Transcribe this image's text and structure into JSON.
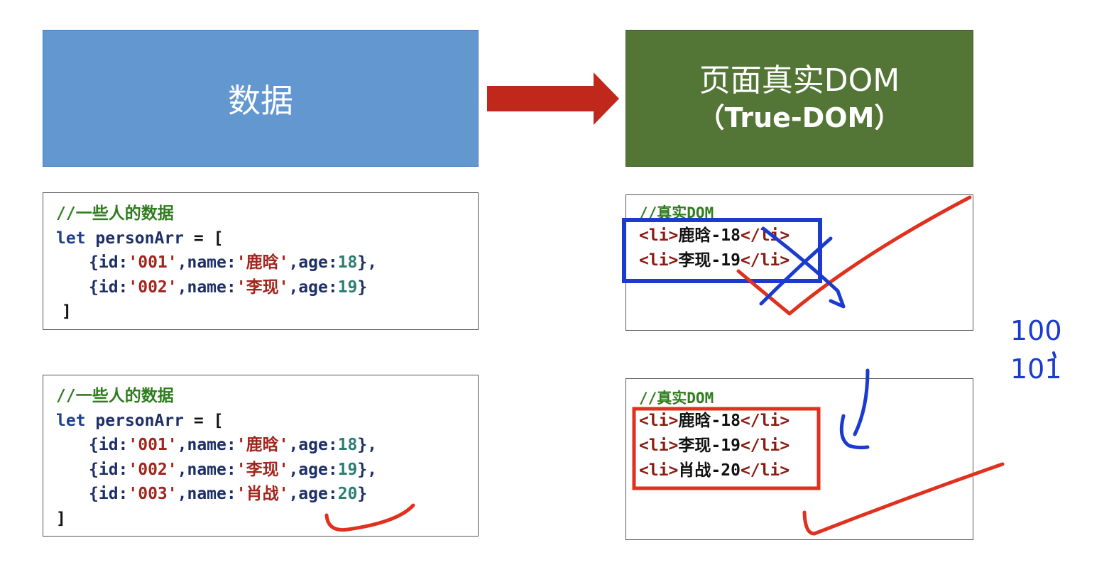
{
  "header": {
    "data_label": "数据",
    "dom_title": "页面真实DOM",
    "dom_subtitle": "（True-DOM）"
  },
  "code_a": {
    "comment": "//一些人的数据",
    "decl_kw": "let",
    "decl_name": "personArr",
    "decl_op": "= [",
    "close": "]",
    "items": [
      {
        "id": "'001'",
        "name": "'鹿晗'",
        "age": "18",
        "end": "},"
      },
      {
        "id": "'002'",
        "name": "'李现'",
        "age": "19",
        "end": "}"
      }
    ]
  },
  "code_b": {
    "comment": "//一些人的数据",
    "decl_kw": "let",
    "decl_name": "personArr",
    "decl_op": "= [",
    "close": "]",
    "items": [
      {
        "id": "'001'",
        "name": "'鹿晗'",
        "age": "18",
        "end": "},"
      },
      {
        "id": "'002'",
        "name": "'李现'",
        "age": "19",
        "end": "},"
      },
      {
        "id": "'003'",
        "name": "'肖战'",
        "age": "20",
        "end": "}"
      }
    ]
  },
  "dom_a": {
    "comment": "//真实DOM",
    "items": [
      {
        "open": "<li>",
        "text": "鹿晗-18",
        "close": "</li>"
      },
      {
        "open": "<li>",
        "text": "李现-19",
        "close": "</li>"
      }
    ]
  },
  "dom_b": {
    "comment": "//真实DOM",
    "items": [
      {
        "open": "<li>",
        "text": "鹿晗-18",
        "close": "</li>"
      },
      {
        "open": "<li>",
        "text": "李现-19",
        "close": "</li>"
      },
      {
        "open": "<li>",
        "text": "肖战-20",
        "close": "</li>"
      }
    ]
  },
  "annotations": {
    "num_top": "100",
    "num_bottom": "101"
  },
  "colors": {
    "arrow": "#c0281b",
    "annotation_blue": "#1b3bd0",
    "annotation_red": "#e0301e"
  }
}
